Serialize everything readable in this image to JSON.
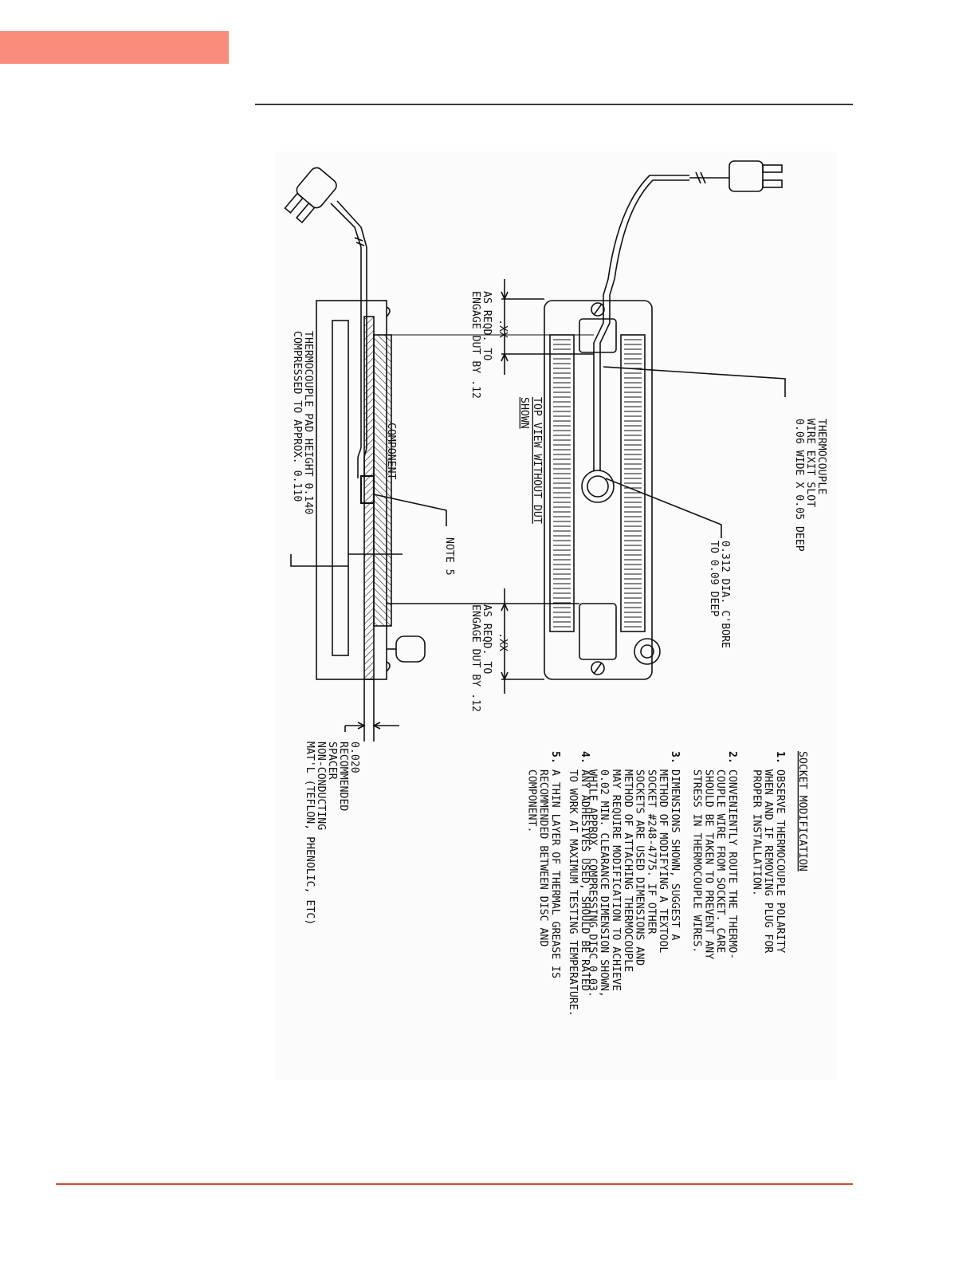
{
  "colors": {
    "header_tab": "#fa8c7c",
    "header_rule": "#3a3a3a",
    "footer_rule": "#e8432a",
    "ink": "#111111"
  },
  "labels": {
    "tc_slot": [
      "THERMOCOUPLE",
      "WIRE EXIT SLOT",
      "0.06 WIDE X 0.05 DEEP"
    ],
    "cbore": [
      "0.312 DIA. C'BORE",
      "TO 0.09 DEEP"
    ],
    "engage_top_dim": ".XX",
    "engage_top": [
      "AS REQD. TO",
      "ENGAGE DUT BY .12"
    ],
    "engage_bot_dim": ".XX",
    "engage_bot": [
      "AS REQD. TO",
      "ENGAGE DUT BY .12"
    ],
    "top_view": [
      "TOP VIEW WITHOUT DUT",
      "SHOWN"
    ],
    "note5": "NOTE 5",
    "component": "COMPONENT",
    "pad_height": [
      "THERMOCOUPLE PAD HEIGHT 0.140",
      "COMPRESSED TO APPROX. 0.110"
    ],
    "spacer": [
      "0.020",
      "RECOMMENDED",
      "SPACER",
      "NON-CONDUCTING",
      "MAT'L (TEFLON, PHENOLIC, ETC)"
    ]
  },
  "notes": {
    "title": "SOCKET MODIFICATION",
    "items": [
      {
        "num": "1.",
        "lines": [
          "OBSERVE THERMOCOUPLE POLARITY",
          "WHEN AND IF REMOVING PLUG FOR",
          "PROPER INSTALLATION."
        ]
      },
      {
        "num": "2.",
        "lines": [
          "CONVENIENTLY ROUTE THE THERMO-",
          "COUPLE WIRE FROM SOCKET. CARE",
          "SHOULD BE TAKEN TO PREVENT ANY",
          "STRESS IN THERMOCOUPLE WIRES."
        ]
      },
      {
        "num": "3.",
        "lines": [
          "DIMENSIONS SHOWN, SUGGEST A",
          "METHOD OF MODIFYING A TEXTOOL",
          "SOCKET #248-4775. IF OTHER",
          "SOCKETS ARE USED DIMENSIONS AND",
          "METHOD OF ATTACHING THERMOCOUPLE",
          "MAY REQUIRE MODIFICATION TO ACHIEVE",
          "0.02 MIN. CLEARANCE DIMENSION SHOWN,",
          "WHILE APPROX. COMPRESSING DISC 0.03."
        ]
      },
      {
        "num": "4.",
        "lines": [
          "ANY ADHESIVES USED, SHOULD BE RATED",
          "TO WORK AT MAXIMUM TESTING TEMPERATURE."
        ]
      },
      {
        "num": "5.",
        "lines": [
          "A THIN LAYER OF THERMAL GREASE IS",
          "RECOMMENDED BETWEEN DISC AND",
          "COMPONENT."
        ]
      }
    ]
  }
}
